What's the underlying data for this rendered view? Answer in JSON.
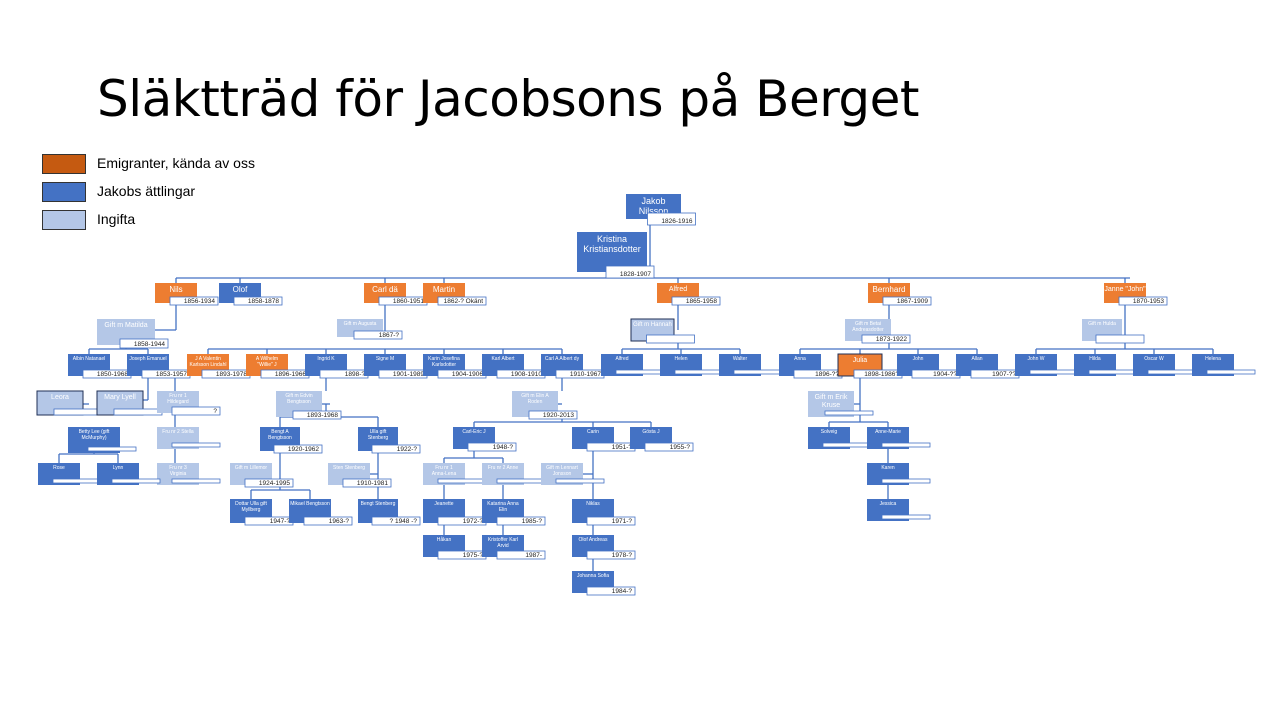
{
  "title": "Släktträd för Jacobsons på Berget",
  "legend": [
    {
      "label": "Emigranter, kända av oss",
      "color": "#c55a11"
    },
    {
      "label": "Jakobs ättlingar",
      "color": "#4472c4"
    },
    {
      "label": "Ingifta",
      "color": "#b4c7e7"
    }
  ],
  "colors": {
    "emigrant": "#ed7d31",
    "descendant": "#4472c4",
    "inlaw": "#b4c7e7",
    "line": "#4472c4"
  },
  "people": [
    {
      "id": "jakob",
      "name": "Jakob Nilsson",
      "years": "1826-1916",
      "type": "descendant"
    },
    {
      "id": "kristina",
      "name": "Kristina Kristiansdotter",
      "years": "1828-1907",
      "type": "descendant"
    },
    {
      "id": "nils",
      "name": "Nils",
      "years": "1856-1934",
      "type": "emigrant"
    },
    {
      "id": "olof",
      "name": "Olof",
      "years": "1858-1878",
      "type": "descendant"
    },
    {
      "id": "carl",
      "name": "Carl dä",
      "years": "1860-1951",
      "type": "emigrant"
    },
    {
      "id": "martin",
      "name": "Martin",
      "years": "1862-? Okänt",
      "type": "emigrant"
    },
    {
      "id": "alfred",
      "name": "Alfred",
      "years": "1865-1958",
      "type": "emigrant"
    },
    {
      "id": "bernhard",
      "name": "Bernhard",
      "years": "1867-1909",
      "type": "emigrant"
    },
    {
      "id": "janne",
      "name": "Janne \"John\"",
      "years": "1870-1953",
      "type": "emigrant"
    },
    {
      "id": "matilda",
      "name": "Gift m Matilda",
      "years": "1858-1944",
      "type": "inlaw"
    },
    {
      "id": "augusta",
      "name": "Gift m Augusta",
      "years": "1867-?",
      "type": "inlaw"
    },
    {
      "id": "hannah",
      "name": "Gift m Hannah",
      "years": "",
      "type": "inlaw"
    },
    {
      "id": "betai",
      "name": "Gift m Betai Andreasdotter",
      "years": "1873-1922",
      "type": "inlaw"
    },
    {
      "id": "hulda",
      "name": "Gift m Hulda",
      "years": "",
      "type": "inlaw"
    },
    {
      "id": "albin",
      "name": "Albin Natanael",
      "years": "1850-1968",
      "type": "descendant"
    },
    {
      "id": "joseph",
      "name": "Joseph Emanuel",
      "years": "1853-1957",
      "type": "descendant"
    },
    {
      "id": "leora",
      "name": "Leora",
      "years": "",
      "type": "inlaw"
    },
    {
      "id": "marylyell",
      "name": "Mary Lyell",
      "years": "",
      "type": "inlaw"
    },
    {
      "id": "hildegard",
      "name": "Fru nr 1 Hildegard",
      "years": "?",
      "type": "inlaw"
    },
    {
      "id": "stella",
      "name": "Fru nr 2 Stella",
      "years": "",
      "type": "inlaw"
    },
    {
      "id": "virginia",
      "name": "Fru nr 3 Virginia",
      "years": "",
      "type": "inlaw"
    },
    {
      "id": "bettylee",
      "name": "Betty Lee (gift McMurphy)",
      "years": "",
      "type": "descendant"
    },
    {
      "id": "rose",
      "name": "Rose",
      "years": "",
      "type": "descendant"
    },
    {
      "id": "lynn",
      "name": "Lynn",
      "years": "",
      "type": "descendant"
    },
    {
      "id": "valentin",
      "name": "J A Valentin Karlsson Lindahl",
      "years": "1893-1978",
      "type": "emigrant"
    },
    {
      "id": "willie",
      "name": "A Wilhelm \"Willie\" J",
      "years": "1896-1966",
      "type": "emigrant"
    },
    {
      "id": "ingrid",
      "name": "Ingrid K",
      "years": "1898-?",
      "type": "descendant"
    },
    {
      "id": "signe",
      "name": "Signe M",
      "years": "1901-1989",
      "type": "descendant"
    },
    {
      "id": "karin",
      "name": "Karin Josefina Karlsdotter",
      "years": "1904-1906",
      "type": "descendant"
    },
    {
      "id": "karlalbert",
      "name": "Karl Albert",
      "years": "1908-1910",
      "type": "descendant"
    },
    {
      "id": "carlalbert",
      "name": "Carl A Albert dy",
      "years": "1910-1967",
      "type": "descendant"
    },
    {
      "id": "edvin",
      "name": "Gift m Edvin Bengtsson",
      "years": "1893-1968",
      "type": "inlaw"
    },
    {
      "id": "elin",
      "name": "Gift m Elin A Roden",
      "years": "1920-2013",
      "type": "inlaw"
    },
    {
      "id": "bengta",
      "name": "Bengt A Bengtsson",
      "years": "1920-1962",
      "type": "descendant"
    },
    {
      "id": "ulla",
      "name": "Ulla gift Stenberg",
      "years": "1922-?",
      "type": "descendant"
    },
    {
      "id": "lillemor",
      "name": "Gift m Lillemor",
      "years": "1924-1995",
      "type": "inlaw"
    },
    {
      "id": "stenstenberg",
      "name": "Sten Stenberg",
      "years": "1910-1981",
      "type": "inlaw"
    },
    {
      "id": "dottar",
      "name": "Dottar Ulla gift Myllberg",
      "years": "1947-?",
      "type": "descendant"
    },
    {
      "id": "mikael",
      "name": "Mikael Bengtsson",
      "years": "1963-?",
      "type": "descendant"
    },
    {
      "id": "bengtstenberg",
      "name": "Bengt Stenberg",
      "years": "? 1948 -?",
      "type": "descendant"
    },
    {
      "id": "carleric",
      "name": "Carl-Eric J",
      "years": "1948-?",
      "type": "descendant"
    },
    {
      "id": "carin",
      "name": "Carin",
      "years": "1951-?",
      "type": "descendant"
    },
    {
      "id": "gosta",
      "name": "Gösta J",
      "years": "1955-?",
      "type": "descendant"
    },
    {
      "id": "annalena",
      "name": "Fru nr 1 Anna-Lena",
      "years": "",
      "type": "inlaw"
    },
    {
      "id": "anne",
      "name": "Fru nr 2 Anne",
      "years": "",
      "type": "inlaw"
    },
    {
      "id": "jonsson",
      "name": "Gift m Lennart Jonsson",
      "years": "",
      "type": "inlaw"
    },
    {
      "id": "jeanette",
      "name": "Jeanette",
      "years": "1972-?",
      "type": "descendant"
    },
    {
      "id": "katarina",
      "name": "Katarina Anna Elin",
      "years": "1985-?",
      "type": "descendant"
    },
    {
      "id": "niklas",
      "name": "Niklas",
      "years": "1971-?",
      "type": "descendant"
    },
    {
      "id": "hakan",
      "name": "Håkan",
      "years": "1975-?",
      "type": "descendant"
    },
    {
      "id": "kristoffer",
      "name": "Kristoffer Karl Arvid",
      "years": "1987-",
      "type": "descendant"
    },
    {
      "id": "olofandreas",
      "name": "Olof Andreas",
      "years": "1978-?",
      "type": "descendant"
    },
    {
      "id": "johanna",
      "name": "Johanna Sofia",
      "years": "1984-?",
      "type": "descendant"
    },
    {
      "id": "alfredjr",
      "name": "Alfred",
      "years": "",
      "type": "descendant"
    },
    {
      "id": "helen",
      "name": "Helen",
      "years": "",
      "type": "descendant"
    },
    {
      "id": "walter",
      "name": "Walter",
      "years": "",
      "type": "descendant"
    },
    {
      "id": "anna",
      "name": "Anna",
      "years": "1896-??",
      "type": "descendant"
    },
    {
      "id": "julia",
      "name": "Julia",
      "years": "1898-1986?",
      "type": "emigrant"
    },
    {
      "id": "john",
      "name": "John",
      "years": "1904-??",
      "type": "descendant"
    },
    {
      "id": "allan",
      "name": "Allan",
      "years": "1907-??",
      "type": "descendant"
    },
    {
      "id": "erik",
      "name": "Gift m Erik Kruse",
      "years": "",
      "type": "inlaw"
    },
    {
      "id": "solveig",
      "name": "Solveig",
      "years": "",
      "type": "descendant"
    },
    {
      "id": "annemarie",
      "name": "Anne-Marie",
      "years": "",
      "type": "descendant"
    },
    {
      "id": "karen",
      "name": "Karen",
      "years": "",
      "type": "descendant"
    },
    {
      "id": "jessica",
      "name": "Jessica",
      "years": "",
      "type": "descendant"
    },
    {
      "id": "johnw",
      "name": "John W",
      "years": "",
      "type": "descendant"
    },
    {
      "id": "hilda",
      "name": "Hilda",
      "years": "",
      "type": "descendant"
    },
    {
      "id": "oscarw",
      "name": "Oscar W",
      "years": "",
      "type": "descendant"
    },
    {
      "id": "helena",
      "name": "Helena",
      "years": "",
      "type": "descendant"
    }
  ]
}
